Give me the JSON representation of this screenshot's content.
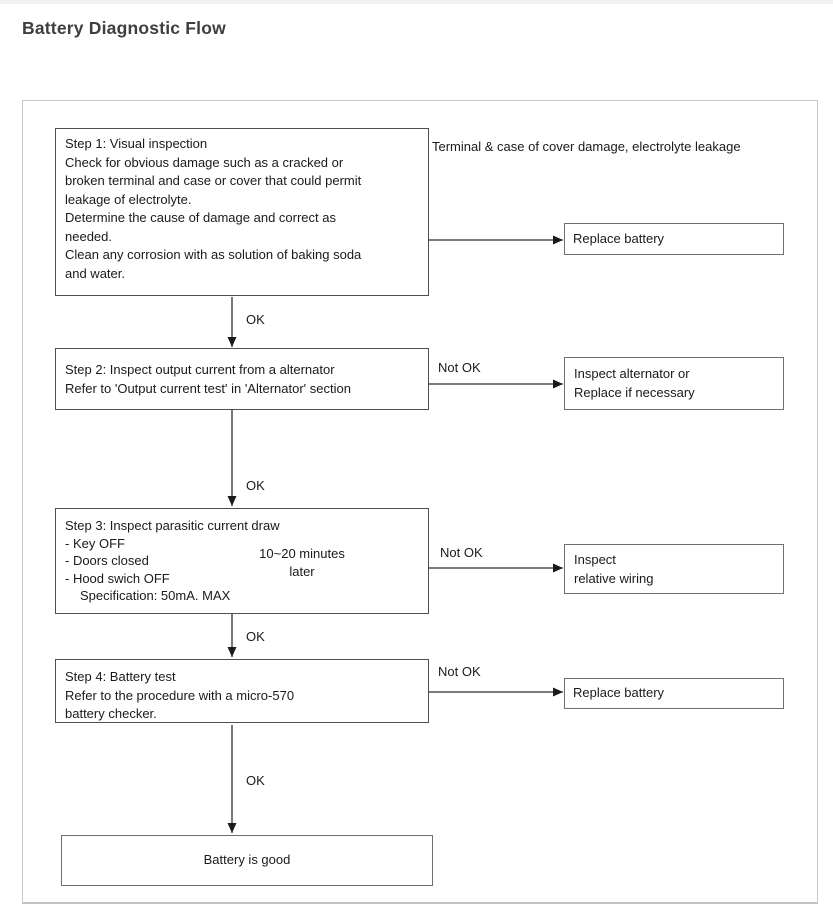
{
  "header": {
    "title": "Battery Diagnostic Flow"
  },
  "labels": {
    "ok": "OK",
    "not_ok": "Not OK"
  },
  "colors": {
    "text": "#1a1a1a",
    "step_box_border": "#4e4e4e",
    "outcome_box_border": "#6f6f6f",
    "arrow": "#2e2e2e",
    "panel_border": "#c9c9c9"
  },
  "step1": {
    "text": "Step 1: Visual inspection\nCheck for obvious damage such as a cracked or\nbroken terminal and case or cover that could permit\nleakage of electrolyte.\nDetermine the cause of damage and correct as\nneeded.\nClean any corrosion with as solution of baking soda\nand water.",
    "annotation": "Terminal & case of\ncover damage,\nelectrolyte leakage",
    "outcome": "Replace battery"
  },
  "step2": {
    "text": "Step 2: Inspect output current from a alternator\nRefer to 'Output current test' in 'Alternator' section",
    "outcome": "Inspect alternator or\nReplace if necessary"
  },
  "step3": {
    "title": "Step 3: Inspect parasitic current draw",
    "items": [
      "- Key OFF",
      "- Doors closed",
      "- Hood swich OFF"
    ],
    "spec": "Specification: 50mA. MAX",
    "bracket_note": "10~20 minutes\nlater",
    "outcome": "Inspect\nrelative wiring"
  },
  "step4": {
    "text": "Step 4: Battery test\nRefer to the procedure with a micro-570\nbattery checker.",
    "outcome": "Replace battery"
  },
  "result": {
    "text": "Battery is good"
  }
}
